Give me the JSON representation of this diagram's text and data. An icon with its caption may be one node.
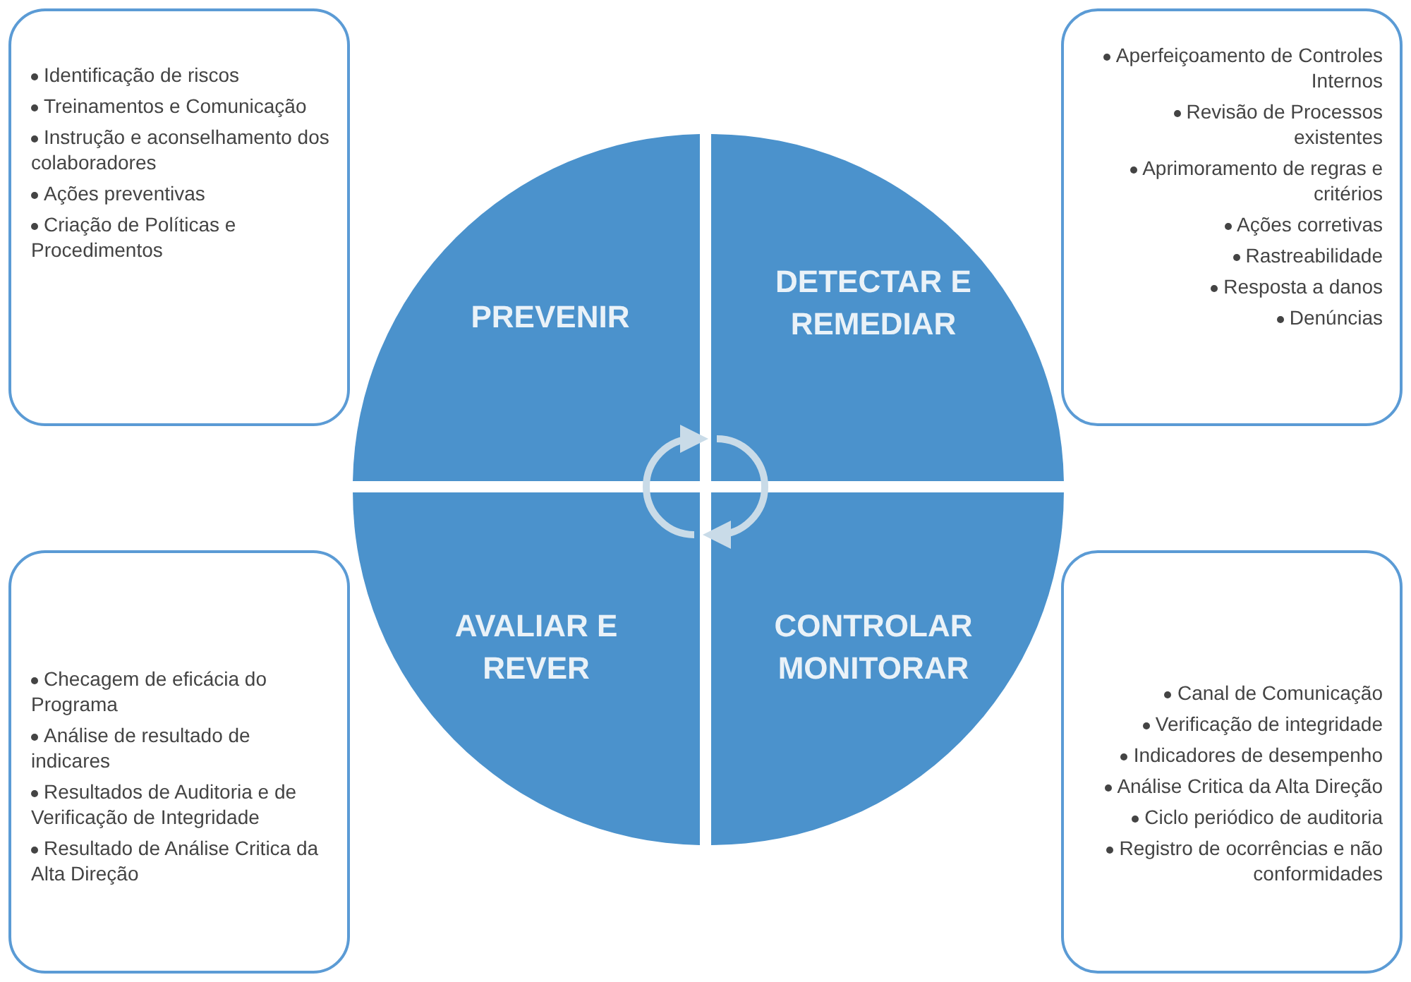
{
  "diagram": {
    "nodes": [
      {
        "text": [
          "Identificação de riscos",
          "Treinamentos e Comunicação",
          "Instrução e aconselhamento dos colaboradores",
          "Ações preventivas",
          "Criação de Políticas e Procedimentos"
        ]
      },
      {
        "text": [
          "Aperfeiçoamento de Controles Internos",
          "Revisão de Processos existentes",
          "Aprimoramento de regras e critérios",
          "Ações corretivas",
          "Rastreabilidade",
          "Resposta a danos",
          "Denúncias"
        ]
      },
      {
        "text": [
          "PREVENIR"
        ]
      },
      {
        "text": [
          "DETECTAR E REMEDIAR"
        ]
      },
      {
        "text": [
          "AVALIAR E REVER"
        ]
      },
      {
        "text": [
          "CONTROLAR MONITORAR"
        ]
      },
      {
        "text": [
          "Checagem de eficácia do Programa",
          "Análise de resultado de indicares",
          "Resultados de Auditoria e de Verificação de Integridade",
          "Resultado de Análise Critica da Alta Direção"
        ]
      },
      {
        "text": [
          "Canal de Comunicação",
          "Verificação de integridade",
          "Indicadores de desempenho",
          "Análise Critica da Alta Direção",
          "Ciclo periódico de auditoria",
          "Registro de ocorrências e não conformidades"
        ]
      }
    ],
    "edges": [
      {
        "from": 3,
        "to": 5,
        "arrow": "to"
      },
      {
        "from": 4,
        "to": 2,
        "arrow": "to"
      }
    ]
  }
}
